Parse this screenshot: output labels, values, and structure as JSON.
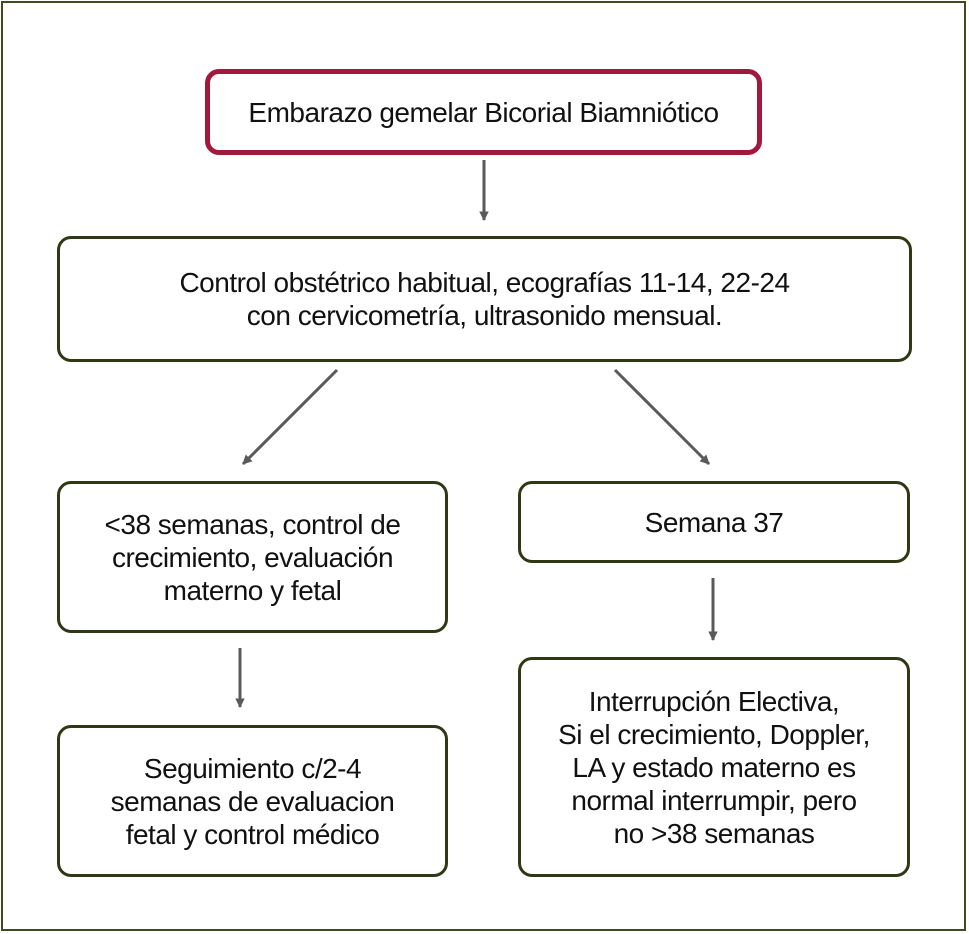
{
  "diagram": {
    "root": {
      "text": "Embarazo gemelar Bicorial Biamniótico"
    },
    "control": {
      "text": "Control obstétrico habitual, ecografías 11-14, 22-24\ncon cervicometría, ultrasonido mensual."
    },
    "left_branch": {
      "text": "<38 semanas, control de\ncrecimiento, evaluación\nmaterno y fetal"
    },
    "right_branch": {
      "text": "Semana 37"
    },
    "left_leaf": {
      "text": "Seguimiento c/2-4\nsemanas de evaluacion\nfetal y control médico"
    },
    "right_leaf": {
      "text": "Interrupción Electiva,\nSi el crecimiento, Doppler,\nLA y estado materno es\nnormal interrumpir, pero\nno >38 semanas"
    }
  },
  "colors": {
    "root_border": "#a11a3d",
    "box_border": "#2f3814",
    "frame_border": "#3f4a22",
    "arrow": "#5a5a5a"
  }
}
